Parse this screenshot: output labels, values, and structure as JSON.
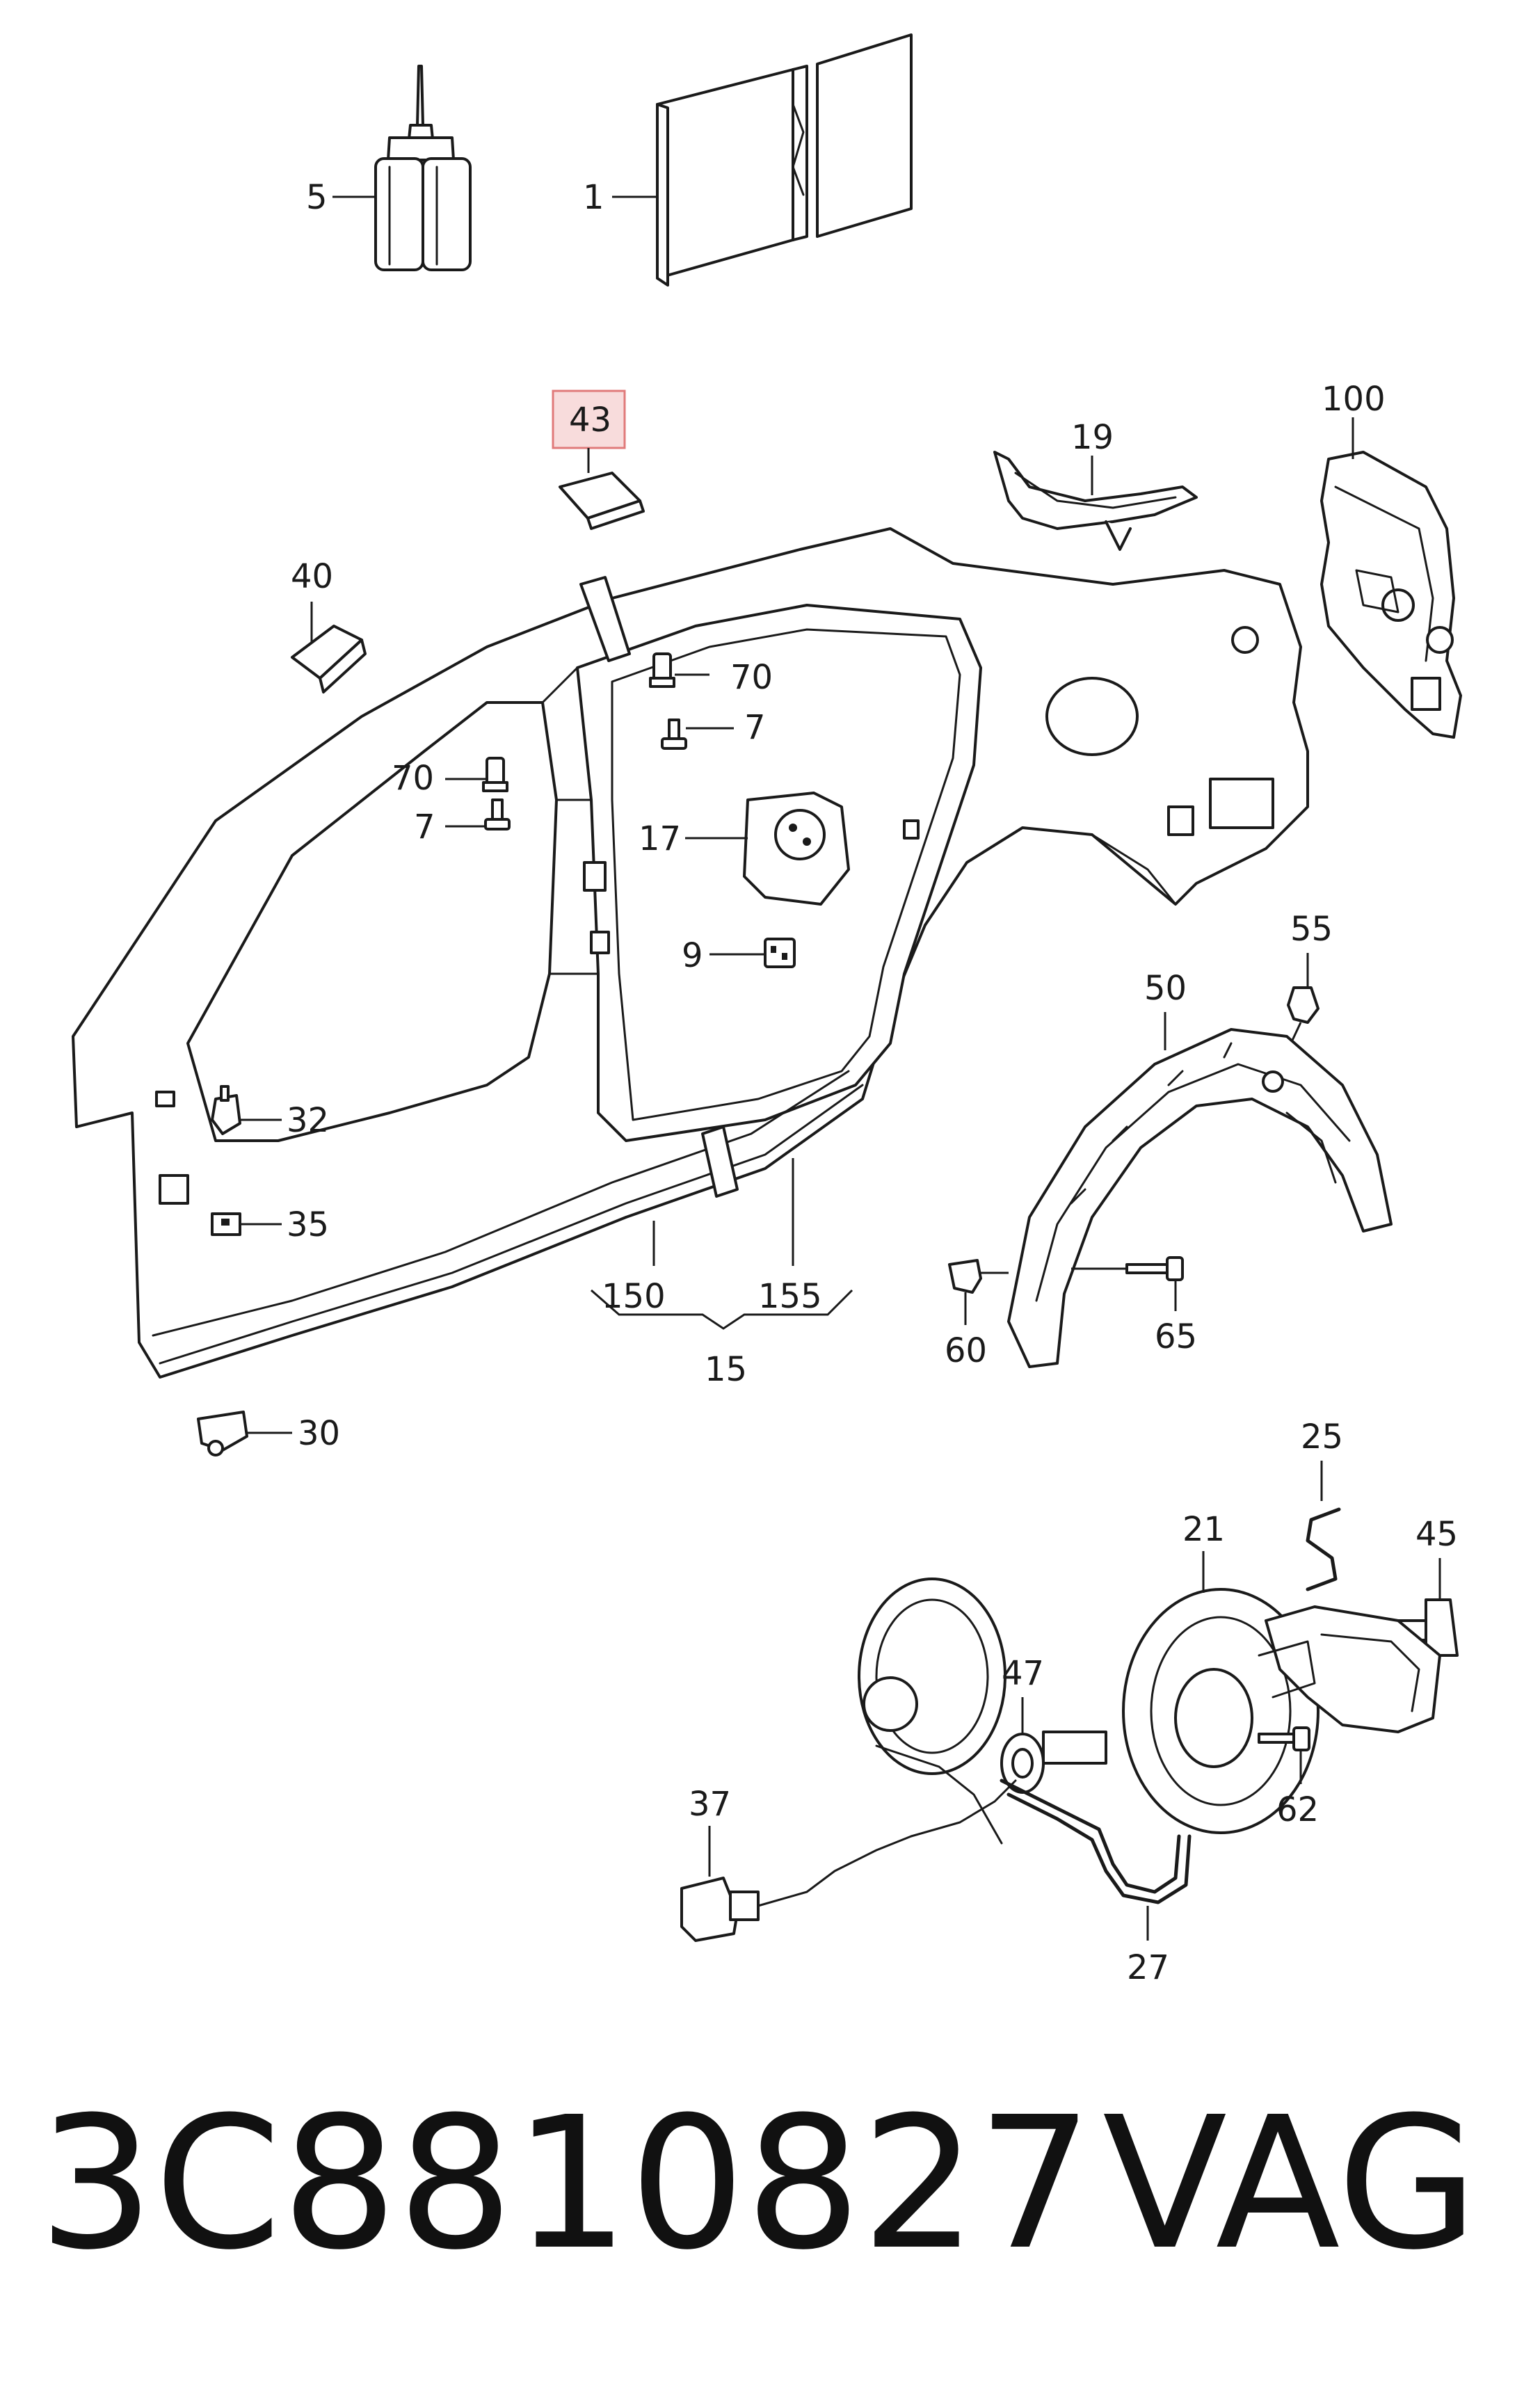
{
  "callouts": {
    "c1": "1",
    "c5": "5",
    "c43": "43",
    "c19": "19",
    "c100": "100",
    "c40": "40",
    "c70a": "70",
    "c7a": "7",
    "c70b": "70",
    "c7b": "7",
    "c17": "17",
    "c9": "9",
    "c32": "32",
    "c35": "35",
    "c30": "30",
    "c150": "150",
    "c155": "155",
    "c15": "15",
    "c55": "55",
    "c50": "50",
    "c60": "60",
    "c65": "65",
    "c25": "25",
    "c21": "21",
    "c45": "45",
    "c47": "47",
    "c62": "62",
    "c37": "37",
    "c27": "27"
  },
  "highlight": {
    "part": "43",
    "fill": "#f8dcdc",
    "stroke": "#e07a7a"
  },
  "footer": {
    "part_number": "3C8810827",
    "brand": "VAG"
  }
}
